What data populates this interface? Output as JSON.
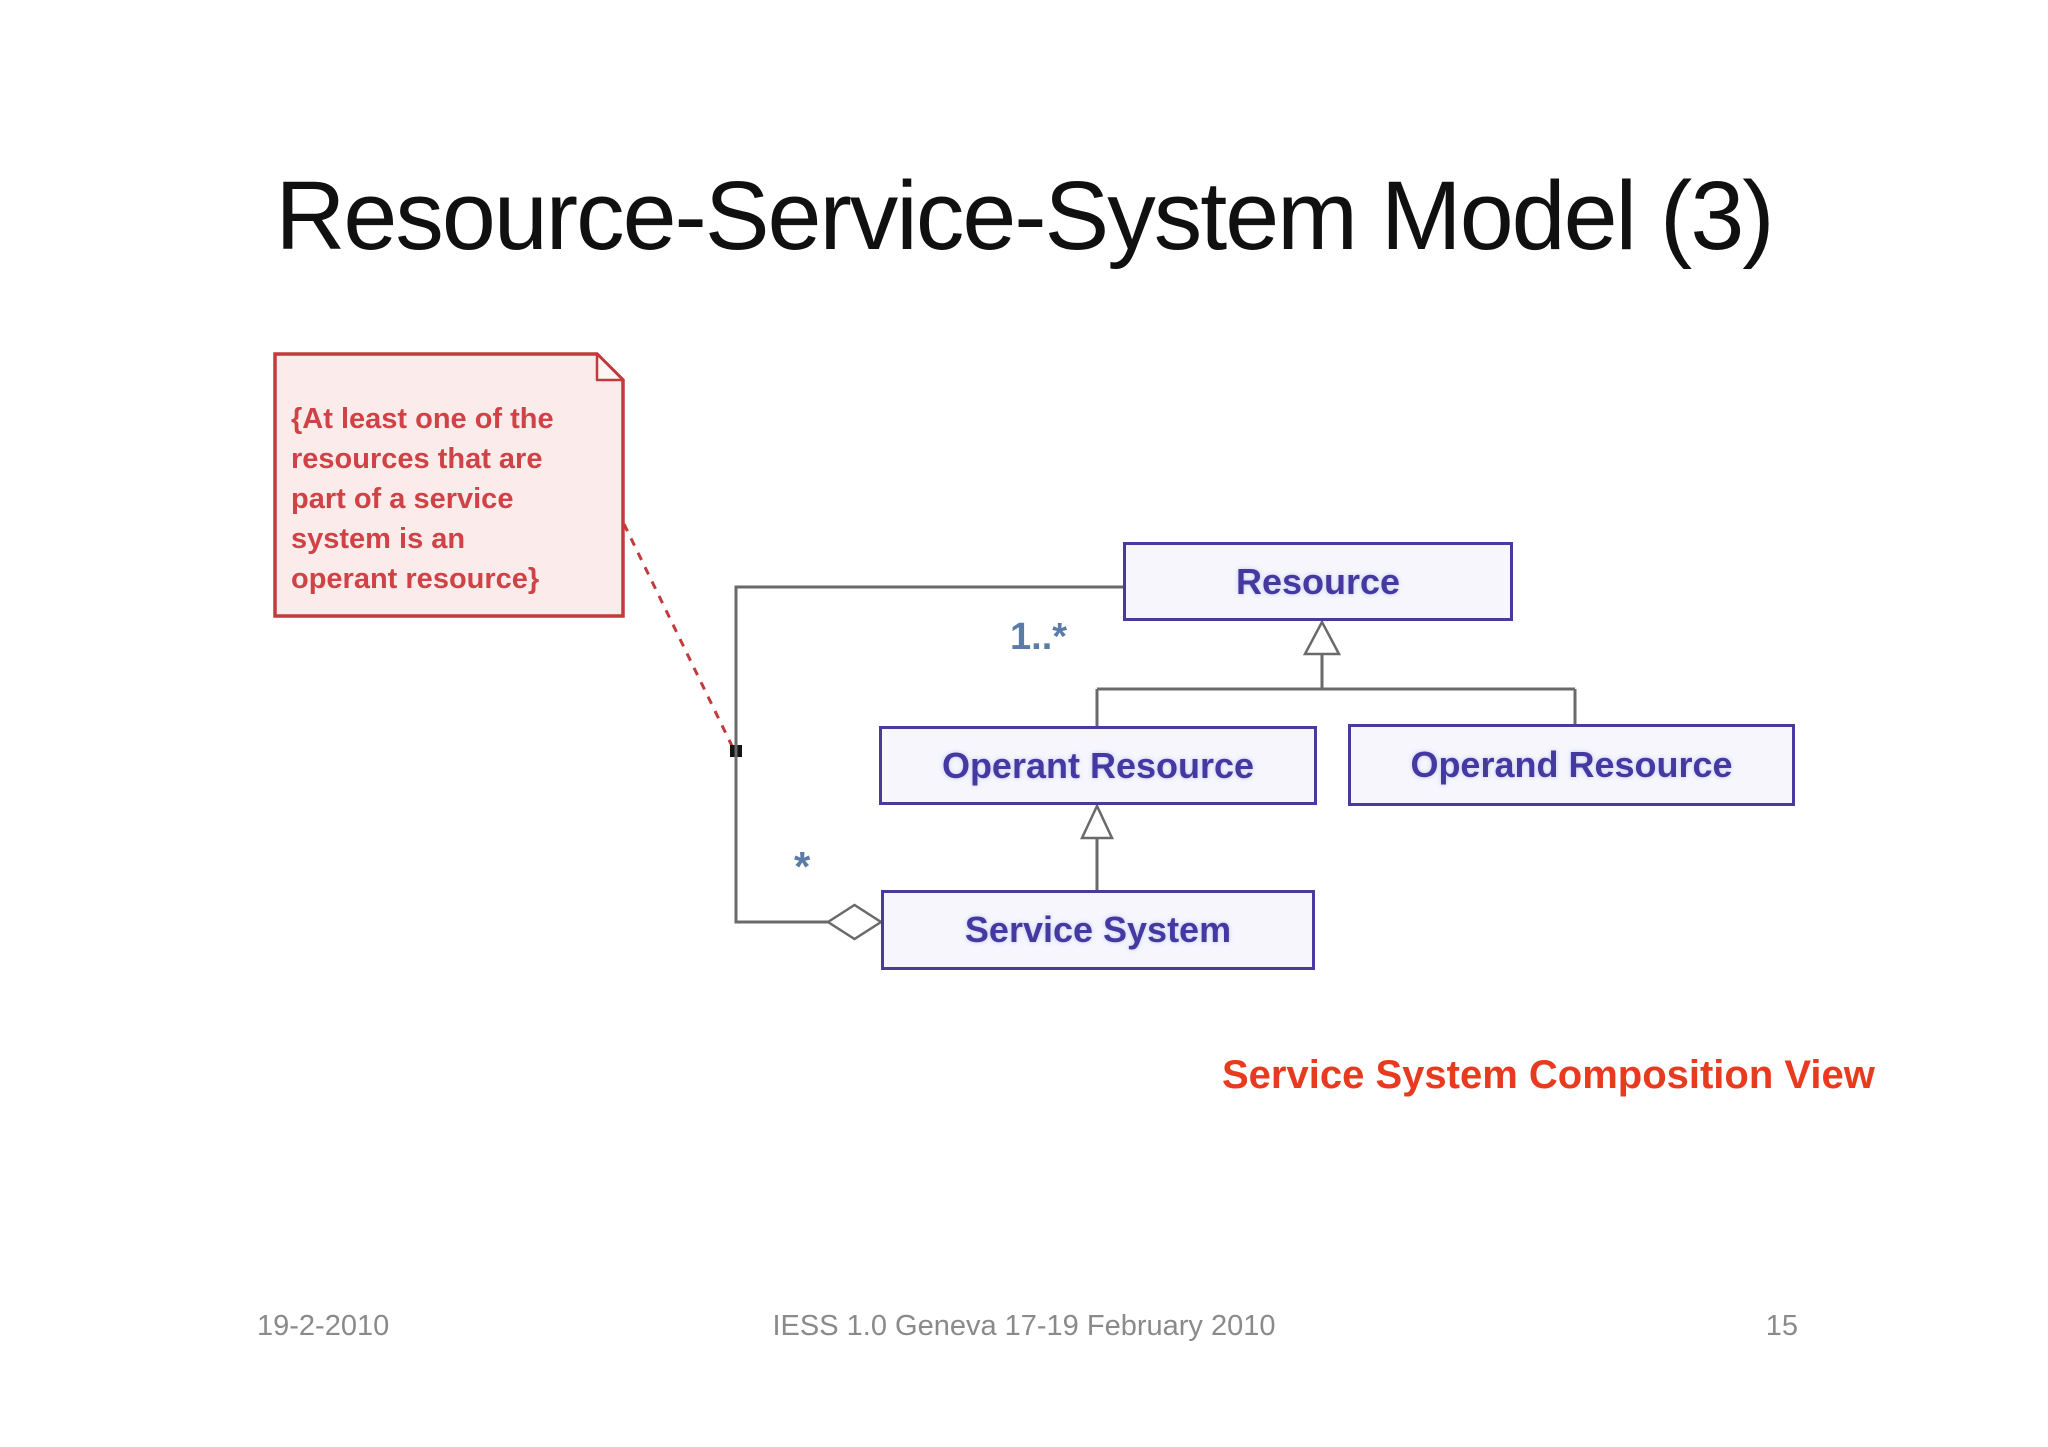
{
  "slide": {
    "title": "Resource-Service-System Model (3)",
    "caption": "Service System Composition View",
    "footer": {
      "date": "19-2-2010",
      "event": "IESS 1.0 Geneva 17-19 February 2010",
      "page_number": "15"
    }
  },
  "diagram": {
    "note": {
      "text": "{At least one of the resources that are part of a service system is an operant resource}",
      "lines": [
        "{At least one of the",
        "resources that are",
        "part of a service",
        "system is an",
        "operant resource}"
      ]
    },
    "classes": [
      {
        "id": "resource",
        "name": "Resource"
      },
      {
        "id": "operant-resource",
        "name": "Operant Resource"
      },
      {
        "id": "operand-resource",
        "name": "Operand Resource"
      },
      {
        "id": "service-system",
        "name": "Service System"
      }
    ],
    "multiplicities": {
      "resource_end": "1..*",
      "service_end": "*"
    },
    "relationships": [
      {
        "type": "generalization",
        "from": "Operant Resource",
        "to": "Resource"
      },
      {
        "type": "generalization",
        "from": "Operand Resource",
        "to": "Resource"
      },
      {
        "type": "generalization",
        "from": "Service System",
        "to": "Operant Resource"
      },
      {
        "type": "aggregation",
        "whole": "Service System",
        "part": "Resource",
        "part_multiplicity": "1..*",
        "whole_multiplicity": "*"
      }
    ],
    "colors": {
      "note_border": "#c23a3c",
      "note_fill": "#fcebeb",
      "note_text": "#cf4347",
      "class_border": "#4a3a9c",
      "class_fill": "#f6f6fc",
      "class_text": "#4638a0",
      "line": "#6a6a6a",
      "multiplicity_text": "#5c7ca8",
      "caption_text": "#e83a1e",
      "footer_text": "#8a8a8a",
      "title_text": "#101010"
    }
  }
}
